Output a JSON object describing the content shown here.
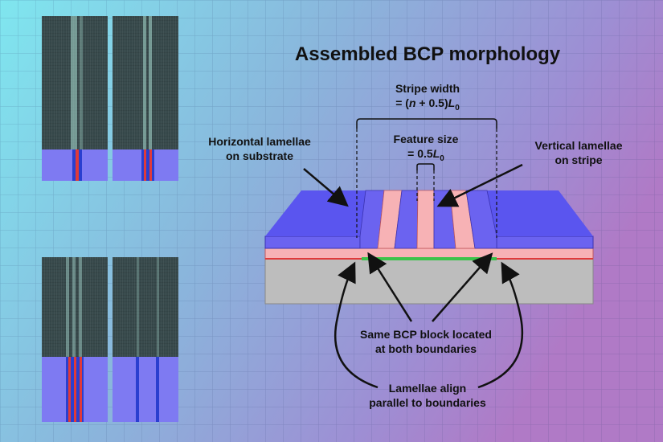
{
  "title": "Assembled BCP morphology",
  "labels": {
    "stripe_width_line1": "Stripe width",
    "stripe_width_line2_prefix": "= (",
    "stripe_width_n": "n",
    "stripe_width_mid": " + 0.5)",
    "stripe_width_L": "L",
    "stripe_width_sub": "0",
    "feature_line1": "Feature size",
    "feature_prefix": "= 0.5",
    "feature_L": "L",
    "feature_sub": "0",
    "horizontal_line1": "Horizontal lamellae",
    "horizontal_line2": "on substrate",
    "vertical_line1": "Vertical lamellae",
    "vertical_line2": "on stripe",
    "same_block_line1": "Same BCP block located",
    "same_block_line2": "at both boundaries",
    "align_line1": "Lamellae align",
    "align_line2": "parallel to boundaries"
  },
  "colors": {
    "blue": "#6b63f0",
    "pink": "#f7b2b5",
    "red_stripe": "#e03a3a",
    "substrate_gray": "#bdbdbd",
    "green_stripe": "#3cc24a"
  }
}
